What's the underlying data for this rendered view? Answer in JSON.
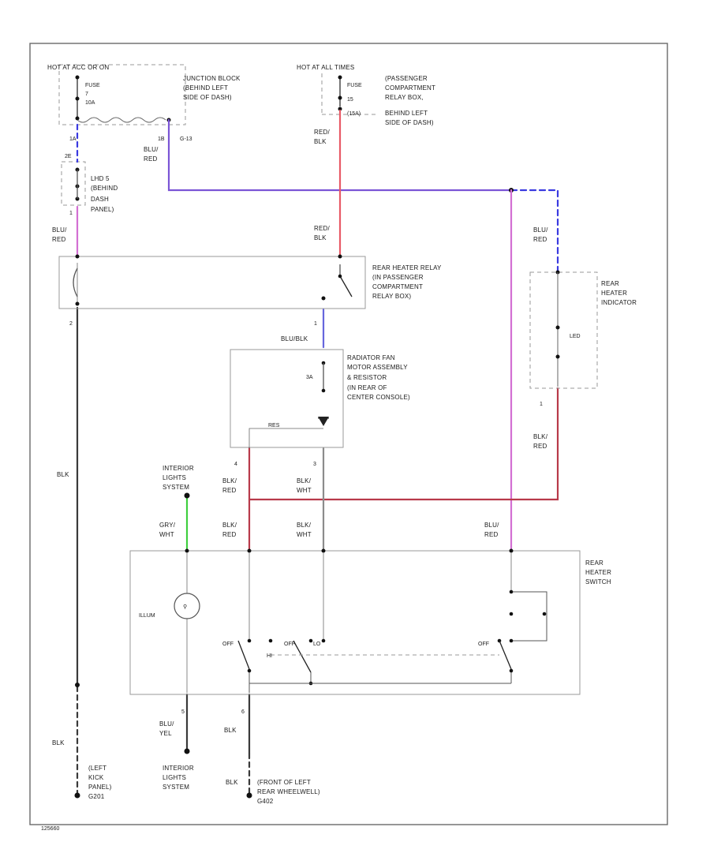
{
  "colors": {
    "black_wire": "#3a3a3a",
    "gray_wire": "#8c8c8c",
    "pink_wire": "#d36fd3",
    "purple_wire": "#7b55d6",
    "red_wire": "#e85a66",
    "dark_red_wire": "#b83a4a",
    "green_wire": "#3fcf3f",
    "blue_dashed": "#3a3ae0"
  },
  "power": {
    "left_label": "HOT AT ACC OR ON",
    "right_label": "HOT AT ALL TIMES",
    "fuse_left": [
      "FUSE",
      "7",
      "10A"
    ],
    "fuse_right": [
      "FUSE",
      "15",
      "(15A)"
    ],
    "junction_block": [
      "JUNCTION BLOCK",
      "(BEHIND LEFT",
      "SIDE OF DASH)"
    ],
    "passenger_box": [
      "(PASSENGER",
      "COMPARTMENT",
      "RELAY BOX,",
      "BEHIND LEFT",
      "SIDE OF DASH)"
    ]
  },
  "labels": {
    "w_1A": "1A",
    "w_2E": "2E",
    "w_1B": "1B",
    "w_c_number": "G-13",
    "blue_tl": "BLU/",
    "red_tl": "RED",
    "blu_red_a": "BLU/",
    "blu_red_b": "RED",
    "red_blk_a": "RED/",
    "red_blk_b": "BLK",
    "blu_red_c": "BLU/",
    "blu_red_d": "RED",
    "red_blk_c": "RED/",
    "red_blk_d": "BLK",
    "blu_red_e": "BLU/",
    "blu_red_f": "RED",
    "term_1_left": "1",
    "term_2_left": "2",
    "blk_left": "BLK",
    "blu_blk": "BLU/BLK",
    "term_1_mid": "1",
    "term_1_right": "1",
    "blk_red_r1": "BLK/",
    "blk_red_r2": "RED",
    "blk_red_a": "BLK/",
    "blk_red_b": "RED",
    "blk_wht_a": "BLK/",
    "blk_wht_b": "WHT",
    "term_4": "4",
    "term_3": "3",
    "gry_wht_a": "GRY/",
    "gry_wht_b": "WHT",
    "blk_red_c": "BLK/",
    "blk_red_d": "RED",
    "blk_wht_c": "BLK/",
    "blk_wht_d": "WHT",
    "blu_red_g": "BLU/",
    "blu_red_h": "RED",
    "illum": "ILLUM",
    "off_1": "OFF",
    "off_2": "OFF",
    "off_3": "OFF",
    "hi": "HI",
    "lo": "LO",
    "term_5": "5",
    "term_6": "6",
    "blu_yel_a": "BLU/",
    "blu_yel_b": "YEL",
    "blk_g": "BLK",
    "blk_bottom_left": "BLK",
    "blk_bottom_mid": "BLK",
    "led": "LED",
    "fan_speed": "3A",
    "resistor": "RES",
    "figure_id": "125660"
  },
  "connectors": {
    "lhd": [
      "LHD 5",
      "(BEHIND",
      "DASH",
      "PANEL)"
    ]
  },
  "components": {
    "relay": [
      "REAR HEATER RELAY",
      "(IN PASSENGER",
      "COMPARTMENT",
      "RELAY BOX)"
    ],
    "fan": [
      "RADIATOR FAN",
      "MOTOR ASSEMBLY",
      "& RESISTOR",
      "(IN REAR OF",
      "CENTER CONSOLE)"
    ],
    "indicator": [
      "REAR",
      "HEATER",
      "INDICATOR"
    ],
    "switch": [
      "REAR",
      "HEATER",
      "SWITCH"
    ],
    "interior_top": [
      "INTERIOR",
      "LIGHTS",
      "SYSTEM"
    ],
    "interior_bottom": [
      "INTERIOR",
      "LIGHTS",
      "SYSTEM"
    ],
    "ground_left": [
      "(LEFT",
      "KICK",
      "PANEL)",
      "G201"
    ],
    "ground_right": [
      "(FRONT OF LEFT",
      "REAR WHEELWELL)",
      "G402"
    ]
  }
}
